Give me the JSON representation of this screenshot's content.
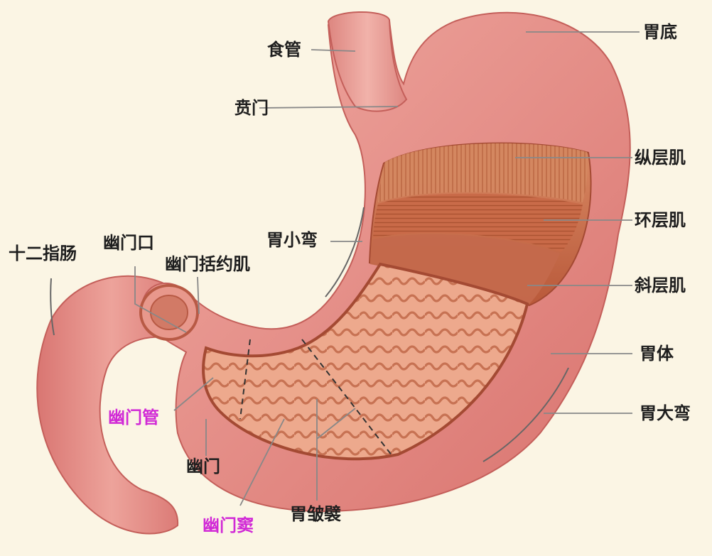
{
  "labels": {
    "esophagus": "食管",
    "cardia": "贲门",
    "fundus": "胃底",
    "longitudinal_muscle": "纵层肌",
    "circular_muscle": "环层肌",
    "oblique_muscle": "斜层肌",
    "lesser_curvature": "胃小弯",
    "body": "胃体",
    "greater_curvature": "胃大弯",
    "duodenum": "十二指肠",
    "pyloric_orifice": "幽门口",
    "pyloric_sphincter": "幽门括约肌",
    "pyloric_canal": "幽门管",
    "pylorus": "幽门",
    "pyloric_antrum": "幽门窦",
    "gastric_folds": "胃皱襞"
  },
  "colors": {
    "background": "#fbf5e4",
    "stomach_outer": "#e58c86",
    "muscle": "#c76a47",
    "mucosa": "#eba68a",
    "label_text": "#1e1e1e",
    "accent_label": "#d12ad6",
    "leader_line": "#888888"
  }
}
